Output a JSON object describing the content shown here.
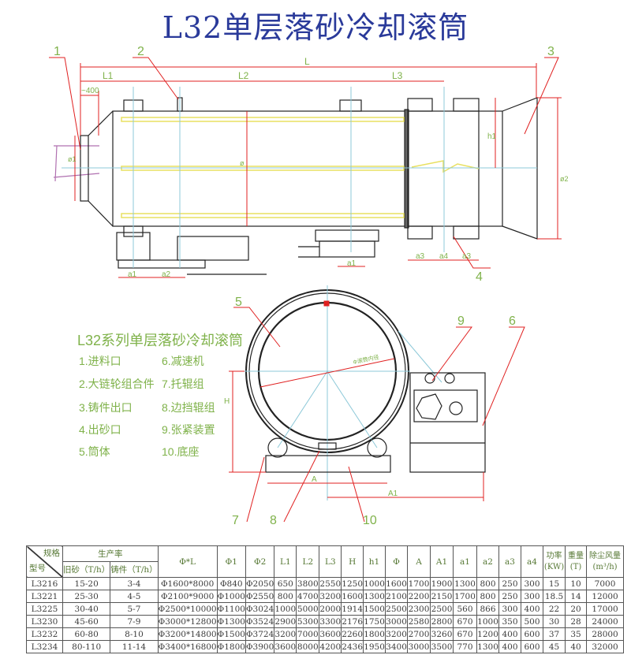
{
  "title": "L32单层落砂冷却滚筒",
  "colors": {
    "title": "#2a3a9a",
    "dimension": "#e02020",
    "label": "#7fb24a",
    "centerline": "#8cc8d8",
    "liner": "#e8e060"
  },
  "side_view": {
    "callouts": [
      "1",
      "2",
      "3",
      "4"
    ],
    "dims": {
      "L": "L",
      "L1": "L1",
      "L2": "L2",
      "L3": "L3",
      "offset": "~400",
      "d1": "ø1",
      "d": "ø",
      "d2": "ø2",
      "h1": "h1",
      "a1": "a1",
      "a2": "a2",
      "a3": "a3",
      "a4": "a4",
      "a1b": "a1",
      "a3b": "a3"
    }
  },
  "end_view": {
    "callouts": [
      "5",
      "9",
      "6",
      "7",
      "8",
      "10"
    ],
    "dims": {
      "H": "H",
      "A": "A",
      "A1": "A1",
      "diameter": "Φ滚筒内径"
    }
  },
  "legend": {
    "title": "L32系列单层落砂冷却滚筒",
    "items": [
      "1.进料口",
      "2.大链轮组合件",
      "3.铸件出口",
      "4.出砂口",
      "5.筒体",
      "6.减速机",
      "7.托辊组",
      "8.边挡辊组",
      "9.张紧装置",
      "10.底座"
    ]
  },
  "table": {
    "corner_top": "规格",
    "corner_bottom": "型号",
    "group_header": "生产率",
    "sub_headers": [
      "旧砂（T/h）",
      "铸件（T/h）"
    ],
    "headers": [
      "Φ*L",
      "Φ1",
      "Φ2",
      "L1",
      "L2",
      "L3",
      "H",
      "h1",
      "Φ",
      "A",
      "A1",
      "a1",
      "a2",
      "a3",
      "a4",
      "功率(KW)",
      "重量(T)",
      "除尘风量(m³/h)"
    ],
    "rows": [
      [
        "L3216",
        "15-20",
        "3-4",
        "Φ1600*8000",
        "Φ840",
        "Φ2050",
        "650",
        "3800",
        "2550",
        "1250",
        "1000",
        "1600",
        "1700",
        "1900",
        "1300",
        "800",
        "250",
        "300",
        "15",
        "10",
        "7000"
      ],
      [
        "L3221",
        "25-30",
        "4-5",
        "Φ2100*9000",
        "Φ1000",
        "Φ2550",
        "800",
        "4700",
        "3200",
        "1600",
        "1300",
        "2100",
        "2200",
        "2150",
        "1700",
        "800",
        "250",
        "300",
        "18.5",
        "14",
        "12000"
      ],
      [
        "L3225",
        "30-40",
        "5-7",
        "Φ2500*10000",
        "Φ1100",
        "Φ3024",
        "1000",
        "5000",
        "2000",
        "1914",
        "1500",
        "2500",
        "2300",
        "2500",
        "560",
        "866",
        "300",
        "400",
        "22",
        "20",
        "17000"
      ],
      [
        "L3230",
        "45-60",
        "7-9",
        "Φ3000*12800",
        "Φ1300",
        "Φ3524",
        "2900",
        "5300",
        "3300",
        "2176",
        "1750",
        "3000",
        "2580",
        "2800",
        "670",
        "1000",
        "350",
        "500",
        "30",
        "28",
        "24000"
      ],
      [
        "L3232",
        "60-80",
        "8-10",
        "Φ3200*14800",
        "Φ1500",
        "Φ3724",
        "3200",
        "7000",
        "3600",
        "2260",
        "1800",
        "3200",
        "2700",
        "3260",
        "670",
        "1200",
        "400",
        "600",
        "37",
        "35",
        "28000"
      ],
      [
        "L3234",
        "80-110",
        "11-14",
        "Φ3400*16800",
        "Φ1800",
        "Φ3900",
        "3600",
        "8000",
        "4200",
        "2436",
        "1950",
        "3400",
        "3000",
        "3500",
        "770",
        "1300",
        "400",
        "600",
        "45",
        "40",
        "32000"
      ]
    ]
  }
}
